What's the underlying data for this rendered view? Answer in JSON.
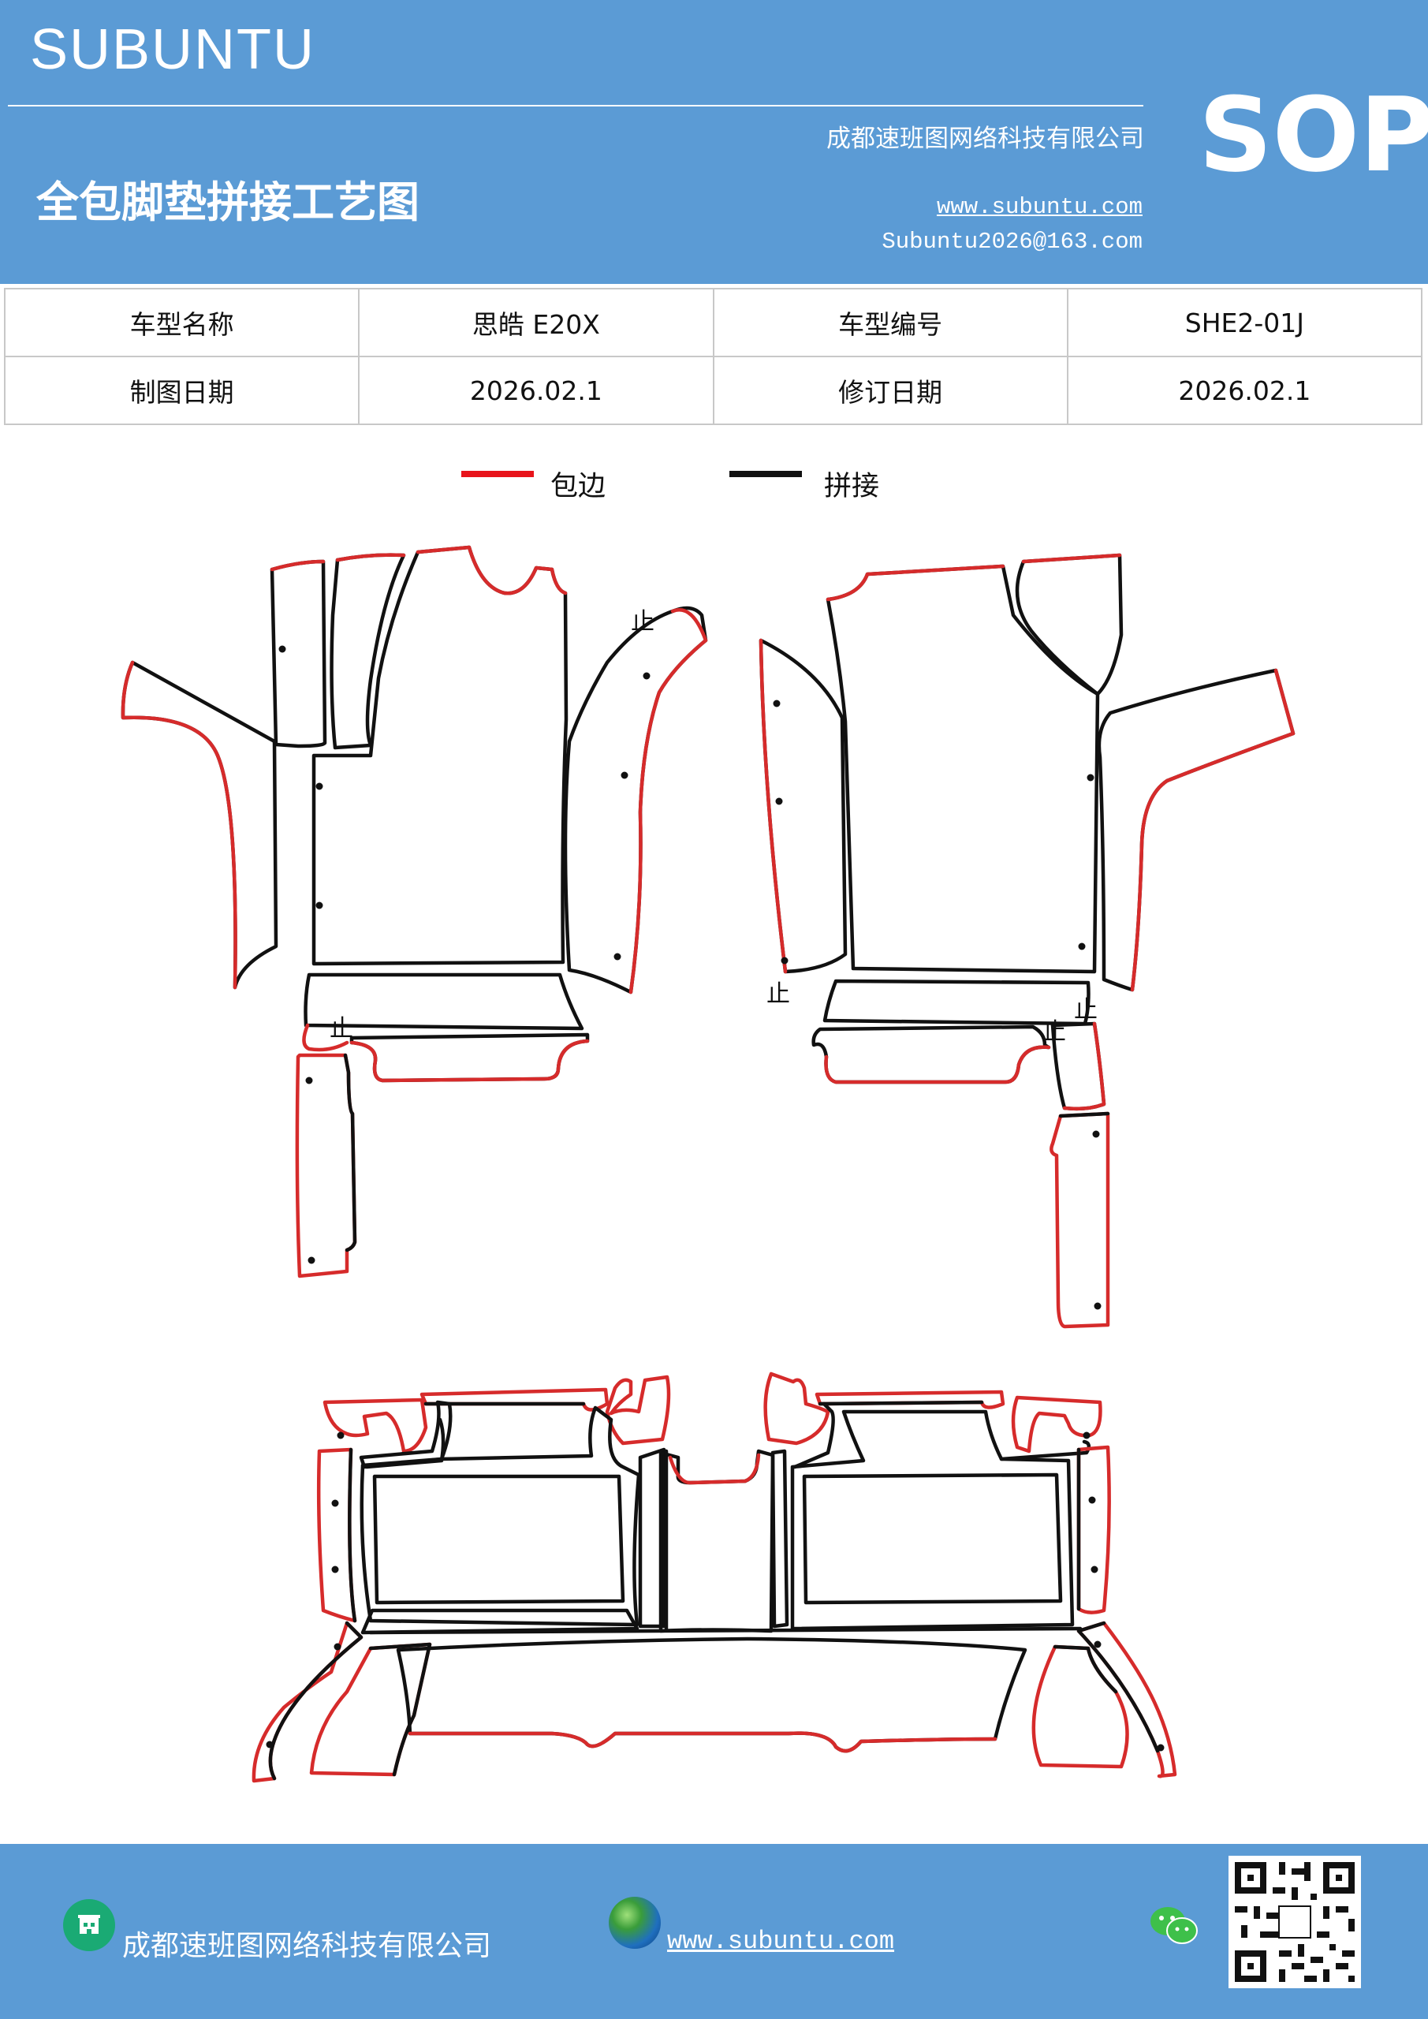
{
  "header": {
    "brand": "SUBUNTU",
    "sop": "SOP",
    "company": "成都速班图网络科技有限公司",
    "title": "全包脚垫拼接工艺图",
    "website": "www.subuntu.com",
    "email": "Subuntu2026@163.com"
  },
  "info_table": {
    "row1": [
      "车型名称",
      "思皓 E20X",
      "车型编号",
      "SHE2-01J"
    ],
    "row2": [
      "制图日期",
      "2026.02.1",
      "修订日期",
      "2026.02.1"
    ]
  },
  "legend": [
    {
      "label": "包边",
      "color": "#e8141b"
    },
    {
      "label": "拼接",
      "color": "#111111"
    }
  ],
  "diagram": {
    "stop_mark": "止",
    "edge_color": "#d62b2b",
    "seam_color": "#111111"
  },
  "footer": {
    "company": "成都速班图网络科技有限公司",
    "website": "www.subuntu.com"
  },
  "icons": [
    "company-icon",
    "globe-icon",
    "wechat-icon",
    "qr-code"
  ]
}
